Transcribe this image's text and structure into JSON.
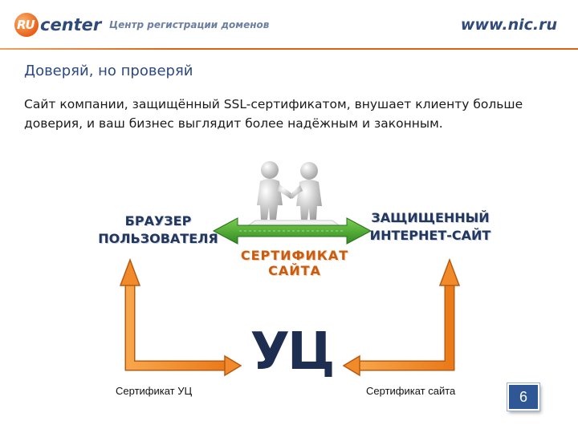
{
  "header": {
    "logo_ru": "RU",
    "logo_center": "center",
    "tagline": "Центр регистрации доменов",
    "site": "www.nic.ru"
  },
  "slide": {
    "title": "Доверяй, но проверяй",
    "intro": "Сайт компании, защищённый SSL-сертификатом, внушает клиенту больше доверия, и ваш бизнес выглядит более надёжным и законным."
  },
  "diagram": {
    "browser_label_line1": "БРАУЗЕР",
    "browser_label_line2": "ПОЛЬЗОВАТЕЛЯ",
    "site_label_line1": "ЗАЩИЩЕННЫЙ",
    "site_label_line2": "ИНТЕРНЕТ-САЙТ",
    "certificate_label": "СЕРТИФИКАТ САЙТА",
    "ca_label": "УЦ",
    "ca_certificate_caption": "Сертификат УЦ",
    "site_certificate_caption": "Сертификат сайта",
    "handshake_image": "handshake-figures-icon",
    "arrow_colors": {
      "orange": "#f08a2a",
      "green": "#3e9a2e"
    }
  },
  "footer": {
    "page_number": "6"
  }
}
